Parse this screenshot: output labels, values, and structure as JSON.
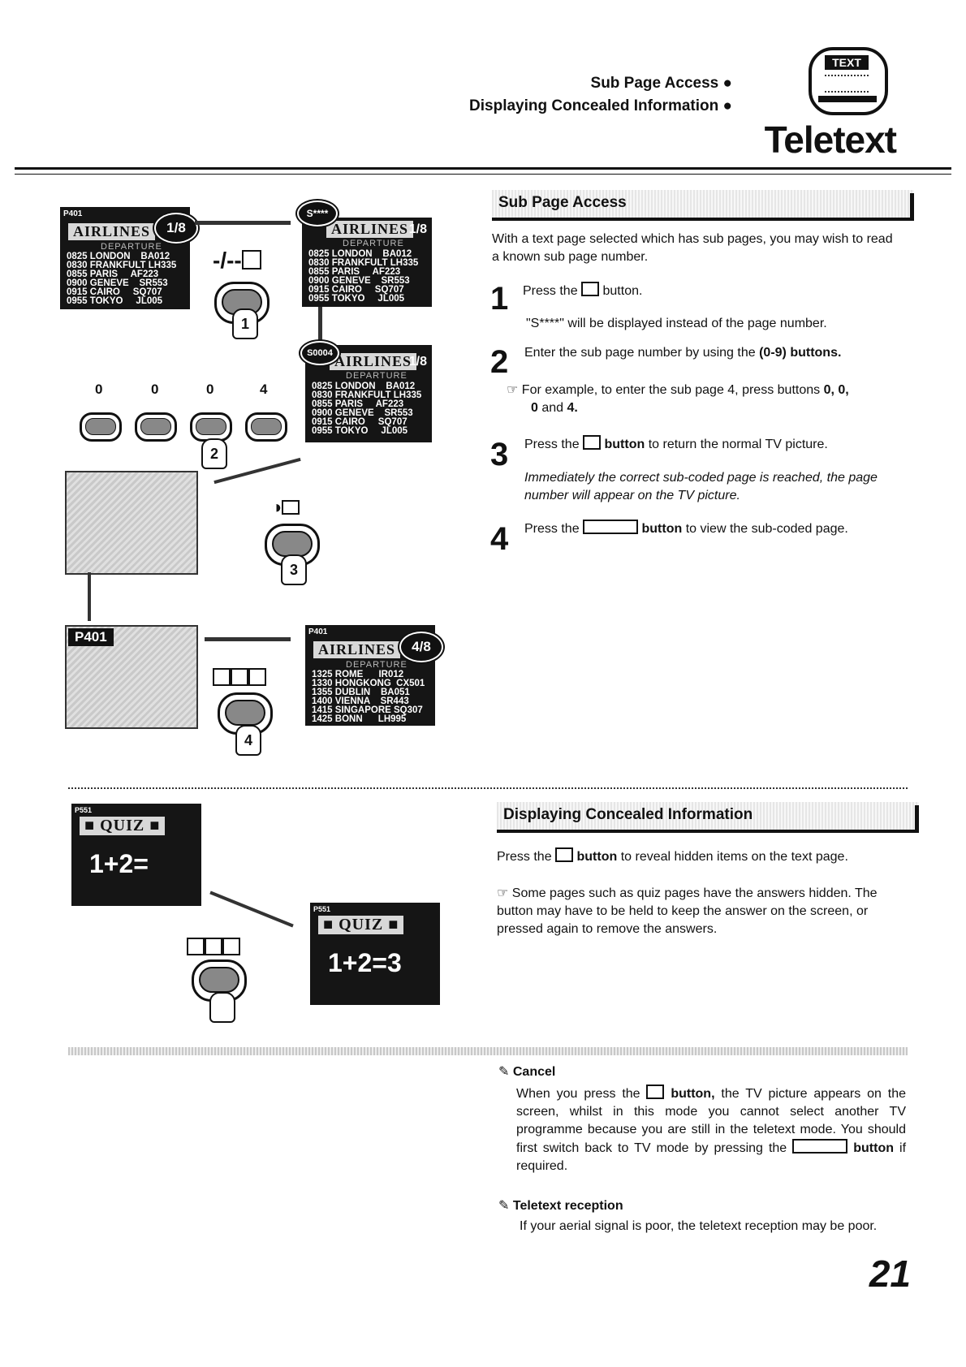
{
  "header": {
    "breadcrumb_1": "Sub Page Access",
    "breadcrumb_2": "Displaying Concealed Information",
    "title": "Teletext",
    "text_icon_label": "TEXT"
  },
  "sub_page": {
    "heading": "Sub Page Access",
    "intro": "With a text page selected which has sub pages, you may wish to read a known sub page number.",
    "step1_num": "1",
    "step1_a": "Press the",
    "step1_b": "button.",
    "step1_note": "\"S****\" will be displayed instead of the page number.",
    "step2_num": "2",
    "step2_a": "Enter the sub page number by using the",
    "step2_b": "(0-9) buttons.",
    "example_a": "For example, to enter the sub page 4, press buttons",
    "example_b": "0, 0,",
    "example_c": "0",
    "example_d": "and",
    "example_e": "4.",
    "step3_num": "3",
    "step3_a": "Press the",
    "step3_b": "button",
    "step3_c": "to return the normal TV picture.",
    "step3_note": "Immediately the correct sub-coded page is reached, the page number will appear on the TV picture.",
    "step4_num": "4",
    "step4_a": "Press the",
    "step4_b": "button",
    "step4_c": "to view the sub-coded page."
  },
  "illustration": {
    "screen1": {
      "page": "P401",
      "title": "AIRLINES",
      "badge": "1/8",
      "sub": "DEPARTURE",
      "rows": "0825 LONDON    BA012\n0830 FRANKFULT LH335\n0855 PARIS     AF223\n0900 GENEVE    SR553\n0915 CAIRO     SQ707\n0955 TOKYO     JL005"
    },
    "screen2": {
      "bubble": "S****",
      "title": "AIRLINES",
      "badge": "1/8",
      "sub": "DEPARTURE",
      "rows": "0825 LONDON    BA012\n0830 FRANKFULT LH335\n0855 PARIS     AF223\n0900 GENEVE    SR553\n0915 CAIRO     SQ707\n0955 TOKYO     JL005"
    },
    "screen3": {
      "bubble": "S0004",
      "title": "AIRLINES",
      "badge": "1/8",
      "sub": "DEPARTURE",
      "rows": "0825 LONDON    BA012\n0830 FRANKFULT LH335\n0855 PARIS     AF223\n0900 GENEVE    SR553\n0915 CAIRO     SQ707\n0955 TOKYO     JL005"
    },
    "screen4": {
      "page": "P401",
      "title": "AIRLINES",
      "badge": "4/8",
      "sub": "DEPARTURE",
      "rows": "1325 ROME      IR012\n1330 HONGKONG  CX501\n1355 DUBLIN    BA051\n1400 VIENNA    SR443\n1415 SINGAPORE SQ307\n1425 BONN      LH995"
    },
    "tv_badge": "P401",
    "digits": [
      "0",
      "0",
      "0",
      "4"
    ],
    "hands": [
      "1",
      "2",
      "3",
      "4"
    ],
    "subpage_key": "-/--",
    "quiz1": {
      "page": "P551",
      "title": "QUIZ",
      "text": "1+2="
    },
    "quiz2": {
      "page": "P551",
      "title": "QUIZ",
      "text": "1+2=",
      "answer": "3"
    }
  },
  "concealed": {
    "heading": "Displaying Concealed Information",
    "press_a": "Press the",
    "press_b": "button",
    "press_c": "to reveal hidden items on the text page.",
    "note": "Some pages such as quiz pages have the answers hidden. The button may have to be held to keep the answer on the screen, or pressed again to remove the answers."
  },
  "cancel": {
    "heading": "Cancel",
    "text_a": "When you press the",
    "text_b": "button,",
    "text_c": "the TV picture appears on the screen, whilst in this mode you cannot select another TV programme because you are still in the teletext mode. You should first switch back to TV mode by pressing the",
    "text_d": "button",
    "text_e": "if required."
  },
  "reception": {
    "heading": "Teletext reception",
    "text": "If your aerial signal is poor, the teletext reception may be poor."
  },
  "page_number": "21"
}
